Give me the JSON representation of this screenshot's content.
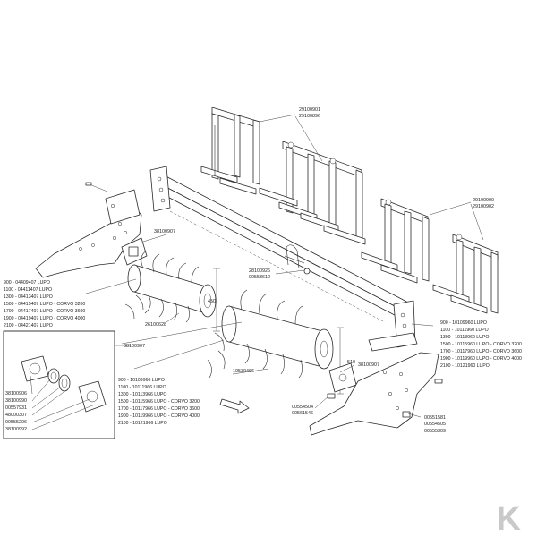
{
  "labels": {
    "frames_top": [
      "29100901",
      "29100896"
    ],
    "frames_right": [
      "29100900",
      "29100902"
    ],
    "bracket_left": "38100907",
    "rod": [
      "28100926",
      "00553612"
    ],
    "rotor_ring": "26100628",
    "dim_upper": "450",
    "dim_lower": "510",
    "shaft_part": "10530466",
    "bracket_right": "38100907",
    "bolts_lower": [
      "00554504",
      "00561546"
    ],
    "bolts_right": [
      "00551581",
      "00554505",
      "00555309"
    ],
    "inset_top": "38100907",
    "inset_parts": [
      "38100906",
      "38100990",
      "00557931",
      "48000307",
      "00555206",
      "38100992"
    ]
  },
  "list_left": [
    "900 - 04409407 LUPO",
    "1100 - 04411407 LUPO",
    "1300 - 04413407 LUPO",
    "1500 - 04415407 LUPO - CORVO 3200",
    "1700 - 04417407 LUPO - CORVO 3600",
    "1900 - 04419407 LUPO - CORVO 4000",
    "2100 - 04421407 LUPO"
  ],
  "list_right": [
    "900 - 10109960 LUPO",
    "1100 - 10111960 LUPO",
    "1300 - 10113960 LUPO",
    "1500 - 10115960 LUPO - CORVO 3200",
    "1700 - 10117960 LUPO - CORVO 3600",
    "1900 - 10119960 LUPO - CORVO 4000",
    "2100 - 10121960 LUPO"
  ],
  "list_center": [
    "900 - 10109966 LUPO",
    "1100 - 10111966 LUPO",
    "1300 - 10113966 LUPO",
    "1500 - 10115966 LUPO - CORVO 3200",
    "1700 - 10117966 LUPO - CORVO 3600",
    "1900 - 10119966 LUPO - CORVO 4000",
    "2100 - 10121966 LUPO"
  ],
  "logo": {
    "letter": "K",
    "color": "#c9c9c9"
  }
}
